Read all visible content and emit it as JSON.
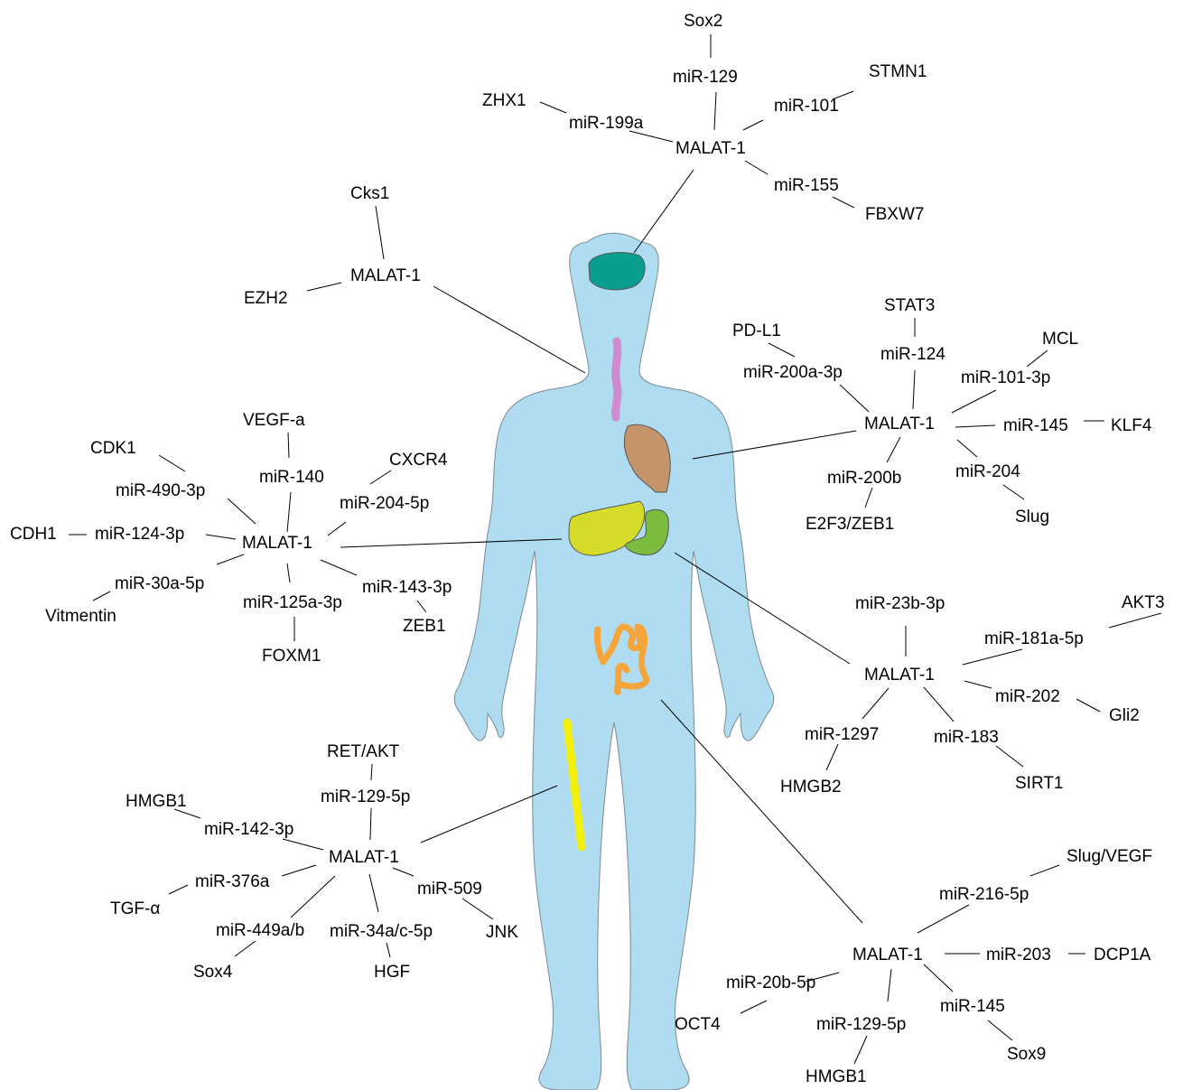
{
  "organs": [
    {
      "name": "brain",
      "color": "#0a9e8e"
    },
    {
      "name": "esophagus",
      "color": "#d08ad0"
    },
    {
      "name": "lung",
      "color": "#c4956a"
    },
    {
      "name": "liver",
      "color": "#d6dc2a"
    },
    {
      "name": "stomach",
      "color": "#7cbc40"
    },
    {
      "name": "intestine",
      "color": "#f5a53a"
    },
    {
      "name": "bone",
      "color": "#f2f00c"
    }
  ],
  "body_color": "#b0dcf2",
  "clusters": {
    "brain": {
      "hub": "MALAT-1",
      "spokes": [
        {
          "mirna": "miR-129",
          "target": "Sox2"
        },
        {
          "mirna": "miR-101",
          "target": "STMN1"
        },
        {
          "mirna": "miR-199a",
          "target": "ZHX1"
        },
        {
          "mirna": "miR-155",
          "target": "FBXW7"
        }
      ]
    },
    "esophagus": {
      "hub": "MALAT-1",
      "targets": [
        "Cks1",
        "EZH2"
      ]
    },
    "lung": {
      "hub": "MALAT-1",
      "spokes": [
        {
          "mirna": "miR-124",
          "target": "STAT3"
        },
        {
          "mirna": "miR-200a-3p",
          "target": "PD-L1"
        },
        {
          "mirna": "miR-101-3p",
          "target": "MCL"
        },
        {
          "mirna": "miR-145",
          "target": "KLF4"
        },
        {
          "mirna": "miR-204",
          "target": "Slug"
        },
        {
          "mirna": "miR-200b",
          "target": "E2F3/ZEB1"
        }
      ]
    },
    "liver": {
      "hub": "MALAT-1",
      "spokes": [
        {
          "mirna": "miR-140",
          "target": "VEGF-a"
        },
        {
          "mirna": "miR-204-5p",
          "target": "CXCR4"
        },
        {
          "mirna": "miR-490-3p",
          "target": "CDK1"
        },
        {
          "mirna": "miR-124-3p",
          "target": "CDH1"
        },
        {
          "mirna": "miR-30a-5p",
          "target": "Vitmentin"
        },
        {
          "mirna": "miR-125a-3p",
          "target": "FOXM1"
        },
        {
          "mirna": "miR-143-3p",
          "target": "ZEB1"
        }
      ]
    },
    "stomach": {
      "hub": "MALAT-1",
      "spokes": [
        {
          "mirna": "miR-23b-3p",
          "target": ""
        },
        {
          "mirna": "miR-181a-5p",
          "target": "AKT3"
        },
        {
          "mirna": "miR-202",
          "target": "Gli2"
        },
        {
          "mirna": "miR-183",
          "target": "SIRT1"
        },
        {
          "mirna": "miR-1297",
          "target": "HMGB2"
        }
      ]
    },
    "bone": {
      "hub": "MALAT-1",
      "spokes": [
        {
          "mirna": "miR-129-5p",
          "target": "RET/AKT"
        },
        {
          "mirna": "miR-142-3p",
          "target": "HMGB1"
        },
        {
          "mirna": "miR-376a",
          "target": "TGF-α"
        },
        {
          "mirna": "miR-449a/b",
          "target": "Sox4"
        },
        {
          "mirna": "miR-34a/c-5p",
          "target": "HGF"
        },
        {
          "mirna": "miR-509",
          "target": "JNK"
        }
      ]
    },
    "intestine": {
      "hub": "MALAT-1",
      "spokes": [
        {
          "mirna": "miR-216-5p",
          "target": "Slug/VEGF"
        },
        {
          "mirna": "miR-203",
          "target": "DCP1A"
        },
        {
          "mirna": "miR-145",
          "target": "Sox9"
        },
        {
          "mirna": "miR-129-5p",
          "target": "HMGB1"
        },
        {
          "mirna": "miR-20b-5p",
          "target": "OCT4"
        }
      ]
    }
  }
}
